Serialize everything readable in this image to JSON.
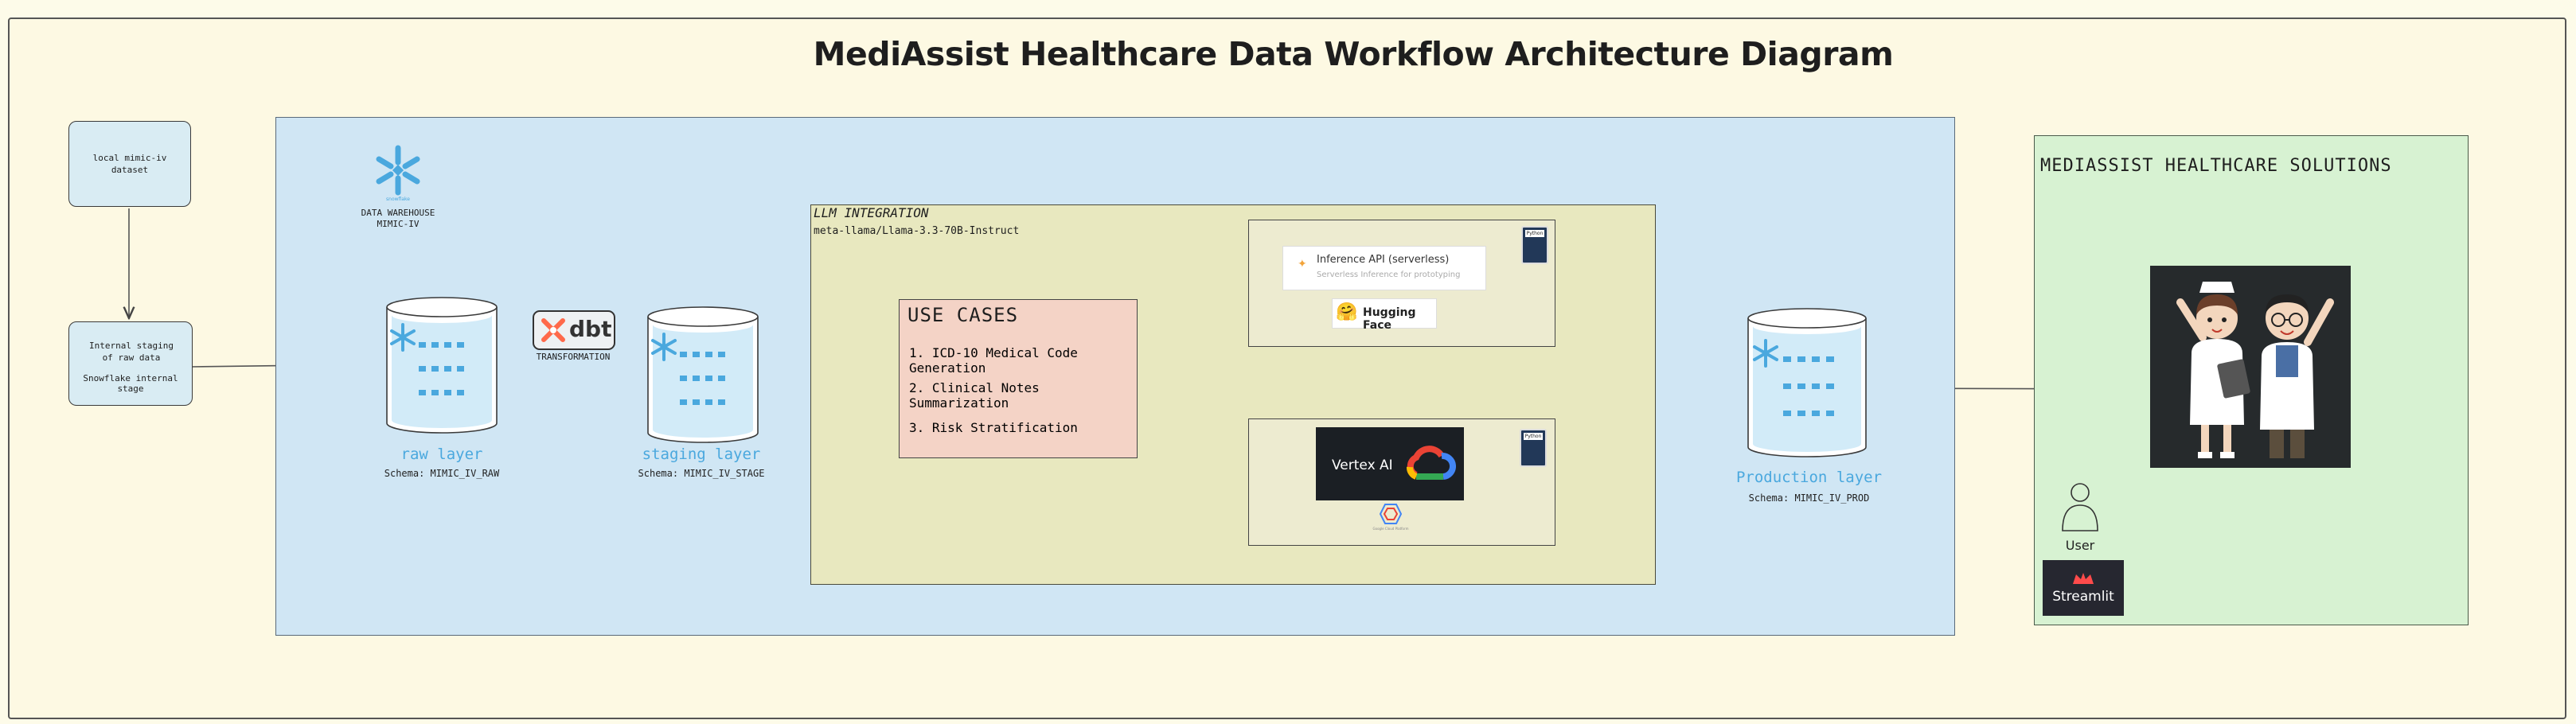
{
  "title": "MediAssist Healthcare Data Workflow Architecture Diagram",
  "source": {
    "dataset_label": "local mimic-iv dataset",
    "staging_label": "Internal staging of raw data",
    "staging_sub": "Snowflake internal stage"
  },
  "warehouse": {
    "logo_caption": "snowflake",
    "label_line1": "DATA WAREHOUSE",
    "label_line2": "MIMIC-IV"
  },
  "raw_layer": {
    "label": "raw layer",
    "schema": "Schema: MIMIC_IV_RAW"
  },
  "dbt": {
    "logo_text": "dbt",
    "label": "TRANSFORMATION"
  },
  "staging_layer": {
    "label": "staging layer",
    "schema": "Schema: MIMIC_IV_STAGE"
  },
  "llm": {
    "title": "LLM INTEGRATION",
    "model": "meta-llama/Llama-3.3-70B-Instruct"
  },
  "use_cases": {
    "title": "USE CASES",
    "items": [
      "1. ICD-10 Medical Code Generation",
      "2. Clinical Notes Summarization",
      "3. Risk Stratification"
    ]
  },
  "hf": {
    "card_title": "Inference API (serverless)",
    "card_sub": "Serverless Inference for prototyping",
    "brand": "Hugging Face",
    "py_badge": "Python"
  },
  "vertex": {
    "label": "Vertex AI",
    "cloud_caption": "Google Cloud Platform",
    "py_badge": "Python"
  },
  "production_layer": {
    "label": "Production layer",
    "schema": "Schema: MIMIC_IV_PROD"
  },
  "solutions": {
    "title": "MEDIASSIST HEALTHCARE SOLUTIONS",
    "user_label": "User",
    "streamlit_label": "Streamlit"
  },
  "colors": {
    "background": "#fdf9e3",
    "warehouse_panel": "#d0e6f4",
    "llm_panel": "#e8e8bf",
    "use_cases": "#f4d3c6",
    "solutions_panel": "#d7f2d2",
    "snowflake_blue": "#4aa8de"
  }
}
